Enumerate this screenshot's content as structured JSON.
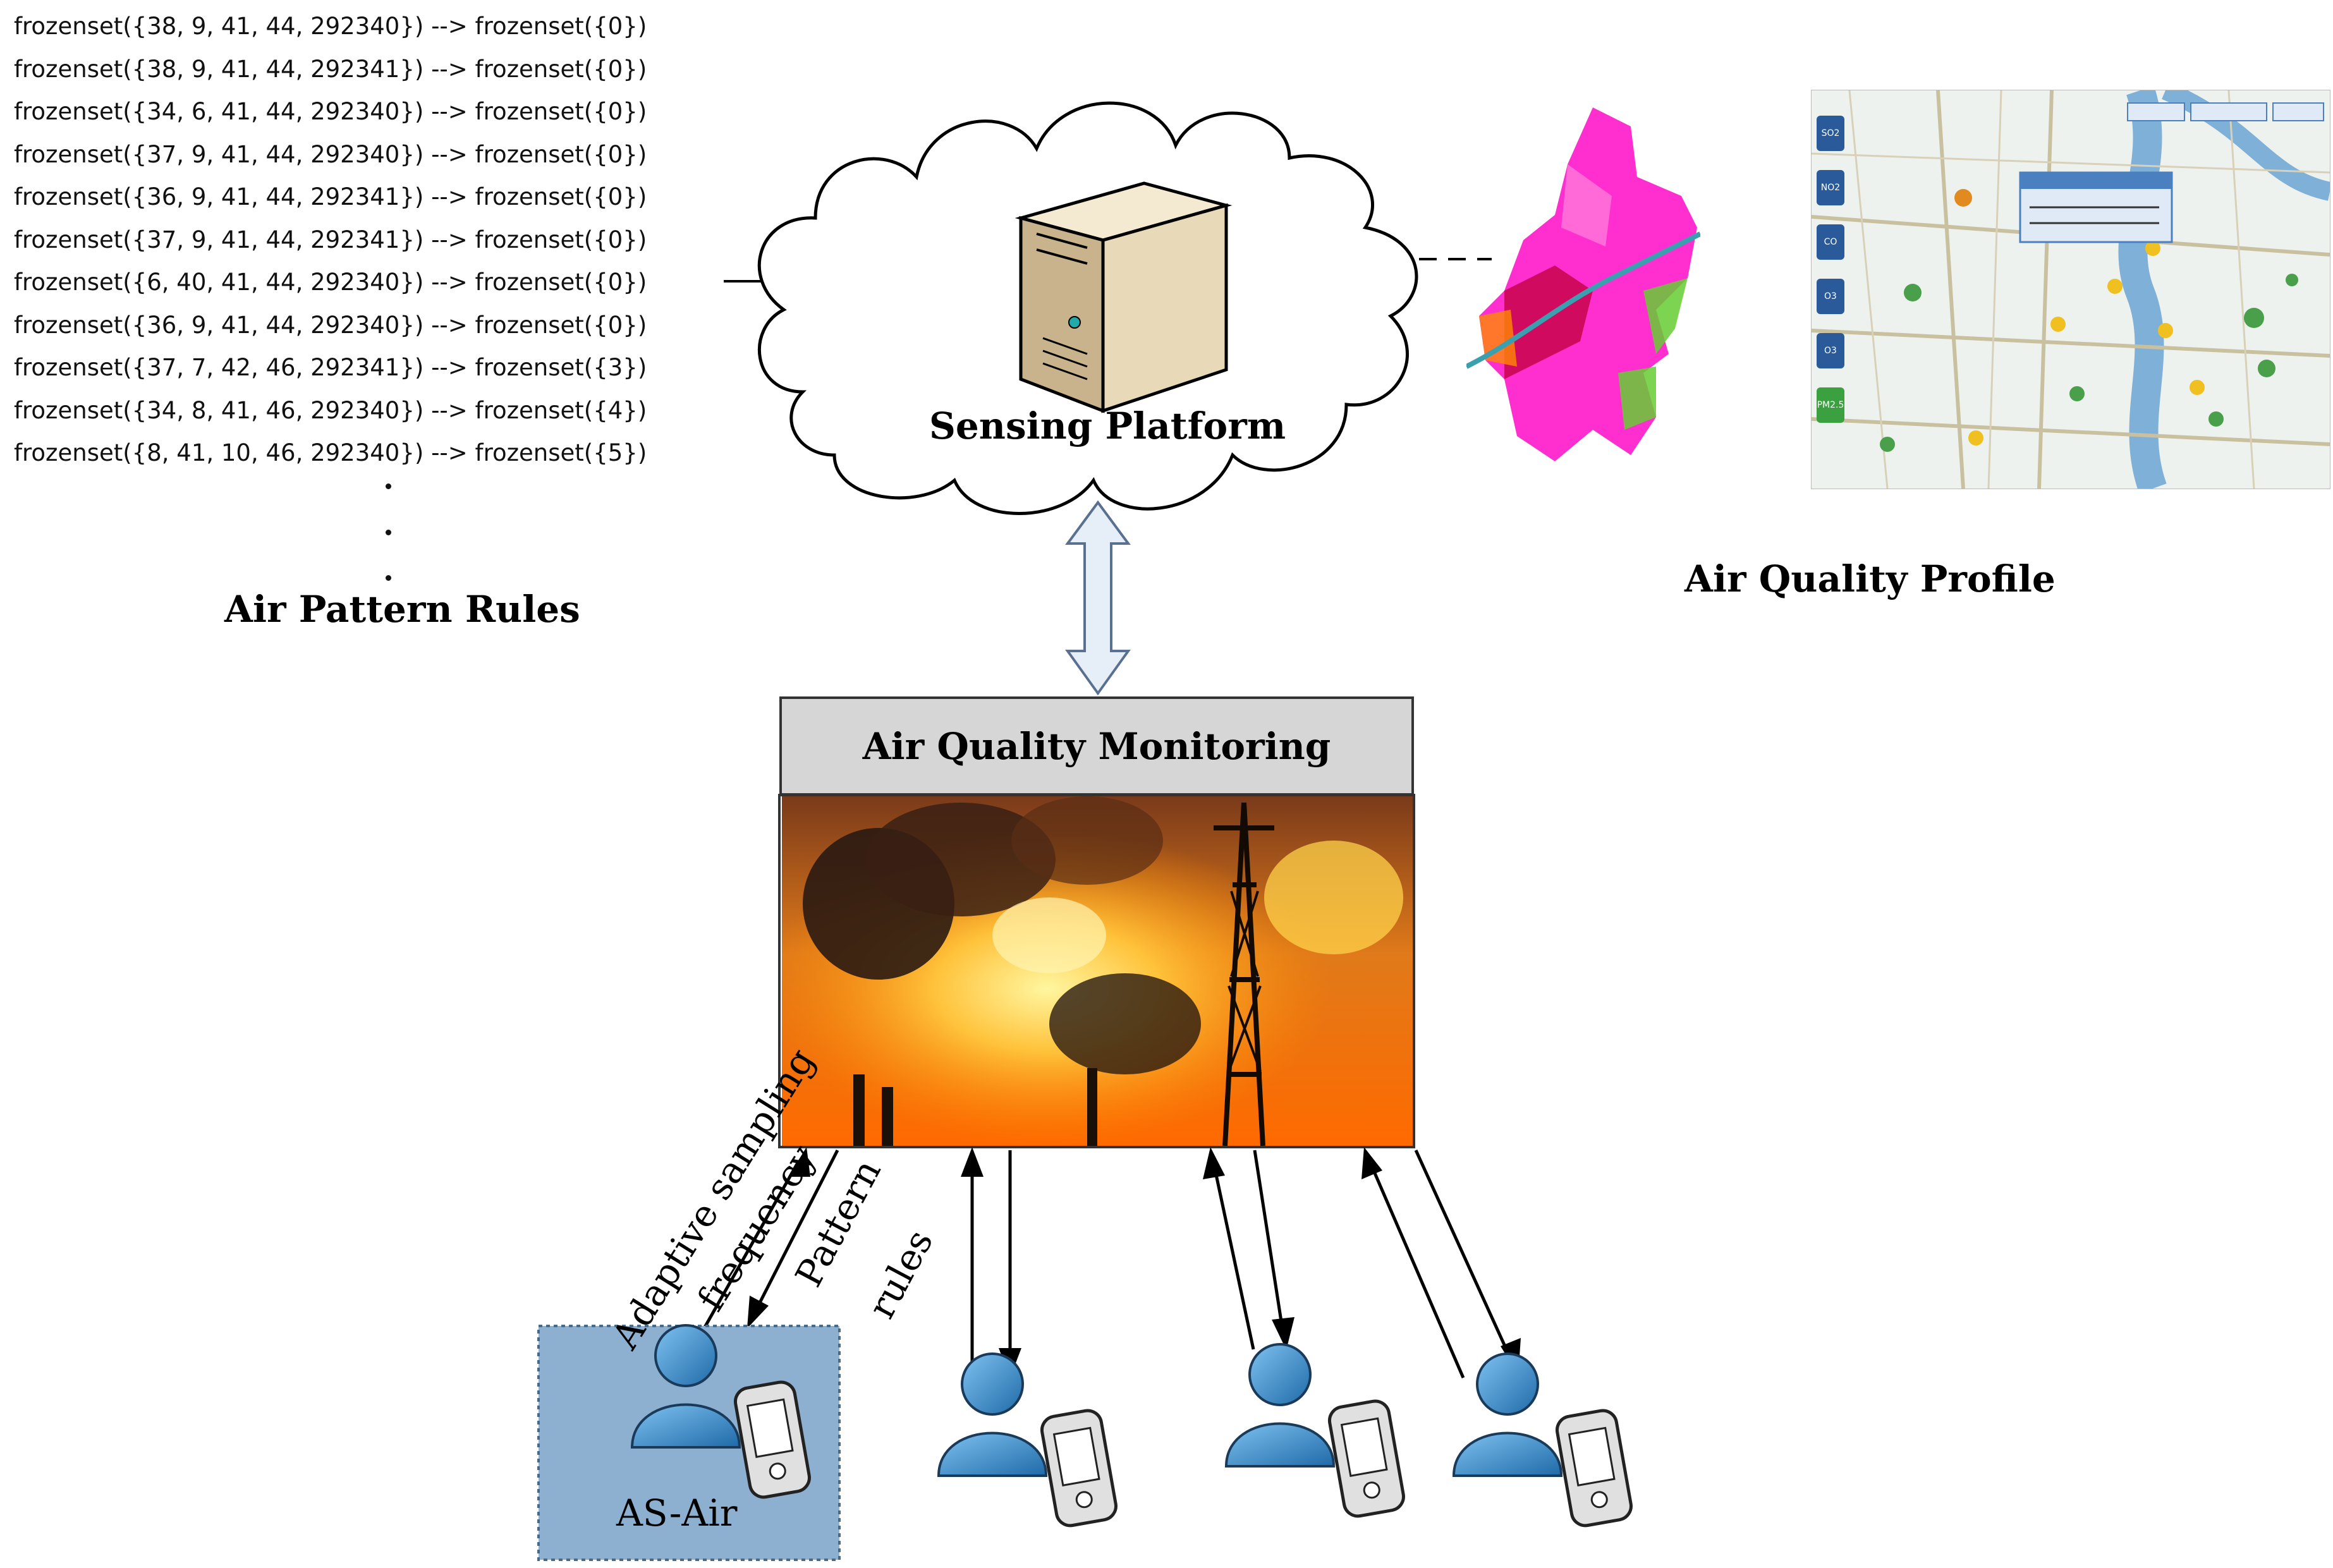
{
  "rules": {
    "lines": [
      "frozenset({38, 9, 41, 44, 292340}) --> frozenset({0})",
      "frozenset({38, 9, 41, 44, 292341}) --> frozenset({0})",
      "frozenset({34, 6, 41, 44, 292340}) --> frozenset({0})",
      "frozenset({37, 9, 41, 44, 292340}) --> frozenset({0})",
      "frozenset({36, 9, 41, 44, 292341}) --> frozenset({0})",
      "frozenset({37, 9, 41, 44, 292341}) --> frozenset({0})",
      "frozenset({6, 40, 41, 44, 292340}) --> frozenset({0})",
      "frozenset({36, 9, 41, 44, 292340}) --> frozenset({0})",
      "frozenset({37, 7, 42, 46, 292341}) --> frozenset({3})",
      "frozenset({34, 8, 41, 46, 292340}) --> frozenset({4})",
      "frozenset({8, 41, 10, 46, 292340}) --> frozenset({5})"
    ],
    "caption": "Air Pattern Rules"
  },
  "cloud": {
    "label": "Sensing Platform"
  },
  "profile": {
    "caption": "Air Quality Profile",
    "legend_items": [
      "SO2",
      "NO2",
      "CO",
      "O3",
      "O3",
      "PM2.5"
    ]
  },
  "monitoring": {
    "title": "Air Quality Monitoring"
  },
  "links": {
    "uplink_label": "Adaptive sampling frequency",
    "uplink_line1": "Adaptive sampling",
    "uplink_line2": "frequency",
    "downlink_line1": "Pattern",
    "downlink_line2": "rules"
  },
  "sensor": {
    "label": "AS-Air"
  },
  "colors": {
    "server_front": "#e8d9b8",
    "user_blue": "#3f8fcf",
    "highlight_box": "#8db0d0",
    "map_magenta": "#ff2ecf",
    "map_green": "#66cc33"
  }
}
